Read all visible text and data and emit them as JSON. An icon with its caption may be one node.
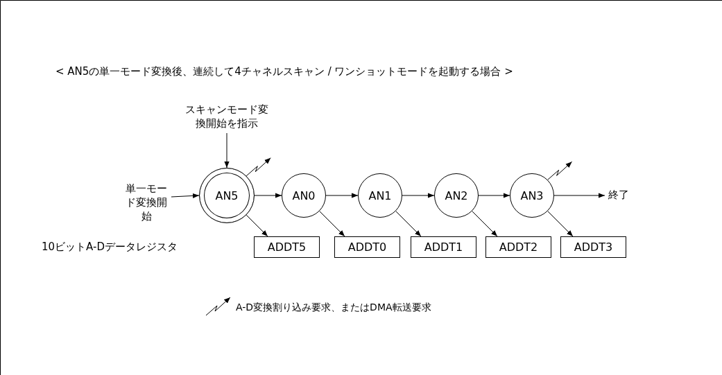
{
  "diagram": {
    "title": "< AN5の単一モード変換後、連続して4チャネルスキャン / ワンショットモードを起動する場合 >",
    "nodes": [
      {
        "text": [
          "スキャンモード変換開始を指示"
        ]
      },
      {
        "text": [
          "単一モード変換開始"
        ]
      },
      {
        "text": [
          "AN5"
        ]
      },
      {
        "text": [
          "AN0"
        ]
      },
      {
        "text": [
          "AN1"
        ]
      },
      {
        "text": [
          "AN2"
        ]
      },
      {
        "text": [
          "AN3"
        ]
      },
      {
        "text": [
          "終了"
        ]
      },
      {
        "text": [
          "ADDT5"
        ]
      },
      {
        "text": [
          "ADDT0"
        ]
      },
      {
        "text": [
          "ADDT1"
        ]
      },
      {
        "text": [
          "ADDT2"
        ]
      },
      {
        "text": [
          "ADDT3"
        ]
      }
    ],
    "edges": [
      {
        "from": 0,
        "to": 2,
        "arrow": "to"
      },
      {
        "from": 1,
        "to": 2,
        "arrow": "to"
      },
      {
        "from": 2,
        "to": 3,
        "arrow": "to"
      },
      {
        "from": 3,
        "to": 4,
        "arrow": "to"
      },
      {
        "from": 4,
        "to": 5,
        "arrow": "to"
      },
      {
        "from": 5,
        "to": 6,
        "arrow": "to"
      },
      {
        "from": 6,
        "to": 7,
        "arrow": "to"
      },
      {
        "from": 2,
        "to": 8,
        "arrow": "to"
      },
      {
        "from": 3,
        "to": 9,
        "arrow": "to"
      },
      {
        "from": 4,
        "to": 10,
        "arrow": "to"
      },
      {
        "from": 5,
        "to": 11,
        "arrow": "to"
      },
      {
        "from": 6,
        "to": 12,
        "arrow": "to"
      },
      {
        "from": 2,
        "to": null,
        "arrow": "to"
      },
      {
        "from": 6,
        "to": null,
        "arrow": "to"
      }
    ],
    "labels": [
      "10ビットA-Dデータレジスタ"
    ],
    "legend": [
      {
        "text": "A-D変換割り込み要求、またはDMA転送要求"
      }
    ]
  }
}
